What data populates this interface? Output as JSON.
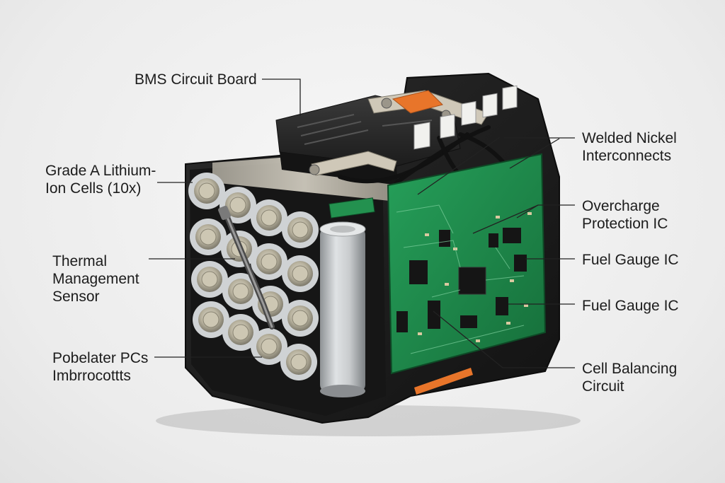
{
  "labels": {
    "bms_board": [
      "BMS Circuit Board"
    ],
    "cells": [
      "Grade A Lithium-",
      "Ion Cells (10x)"
    ],
    "thermal": [
      "Thermal",
      "Management",
      "Sensor"
    ],
    "pobelater": [
      "Pobelater PCs",
      "Imbrrocottts"
    ],
    "welded": [
      "Welded Nickel",
      "Interconnects"
    ],
    "overcharge": [
      "Overcharge",
      "Protection IC"
    ],
    "fuel_gauge_1": [
      "Fuel Gauge IC"
    ],
    "fuel_gauge_2": [
      "Fuel Gauge IC"
    ],
    "balancing": [
      "Cell Balancing",
      "Circuit"
    ]
  },
  "colors": {
    "housing": "#1f1f1f",
    "pcb": "#1f8a4c",
    "cell": "#b9bcbe",
    "accent": "#e8752a",
    "nickel": "#c8c2b4",
    "leader": "#222222"
  }
}
